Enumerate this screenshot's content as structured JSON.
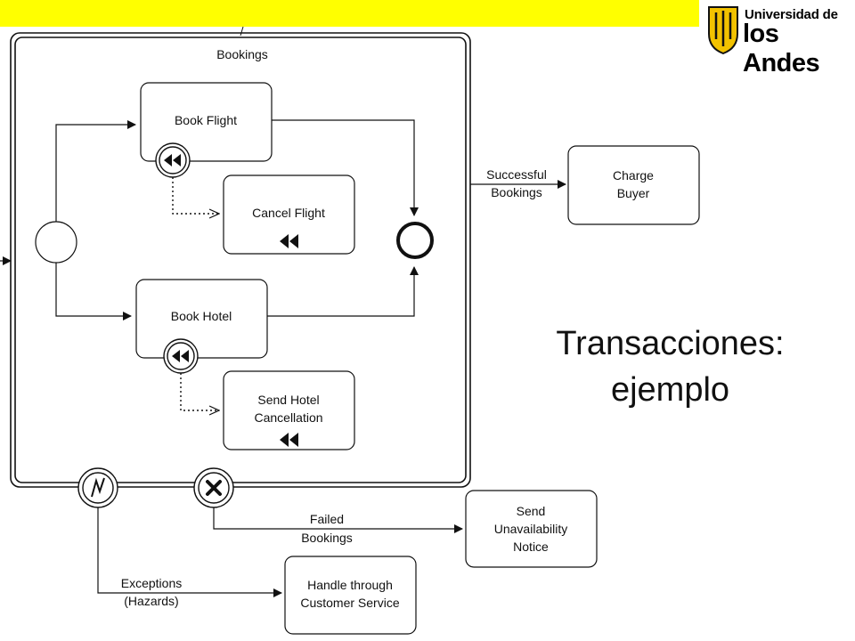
{
  "slide": {
    "title_line1": "Transacciones:",
    "title_line2": "ejemplo"
  },
  "logo": {
    "line1": "Universidad de",
    "line2": "los Andes"
  },
  "diagram": {
    "subprocess_label": "Bookings",
    "tasks": {
      "book_flight": "Book Flight",
      "cancel_flight": "Cancel Flight",
      "book_hotel": "Book Hotel",
      "send_hotel_cancellation_1": "Send Hotel",
      "send_hotel_cancellation_2": "Cancellation",
      "charge_buyer_1": "Charge",
      "charge_buyer_2": "Buyer",
      "send_unavailability_1": "Send",
      "send_unavailability_2": "Unavailability",
      "send_unavailability_3": "Notice",
      "handle_customer_1": "Handle through",
      "handle_customer_2": "Customer Service"
    },
    "flows": {
      "successful_1": "Successful",
      "successful_2": "Bookings",
      "failed_1": "Failed",
      "failed_2": "Bookings",
      "exceptions_1": "Exceptions",
      "exceptions_2": "(Hazards)"
    }
  },
  "colors": {
    "top_bar": "#ffff00",
    "logo_accent": "#f2c200",
    "lines": "#111111"
  }
}
